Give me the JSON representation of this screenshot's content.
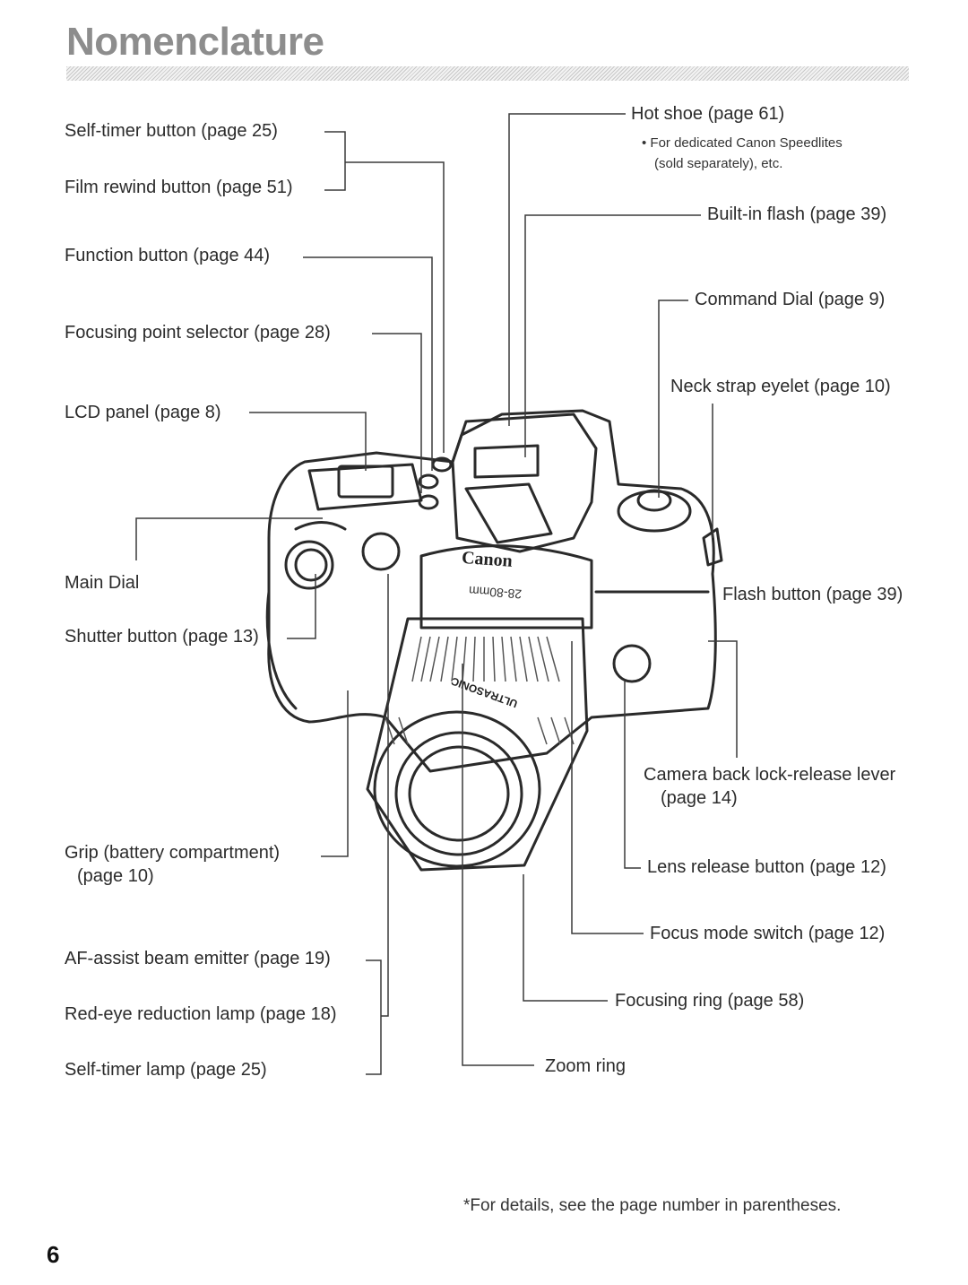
{
  "title": "Nomenclature",
  "labels": {
    "self_timer_button": "Self-timer button (page 25)",
    "film_rewind_button": "Film rewind button (page 51)",
    "function_button": "Function button (page 44)",
    "focusing_point_selector": "Focusing point selector (page 28)",
    "lcd_panel": "LCD panel (page 8)",
    "main_dial": "Main Dial",
    "shutter_button": "Shutter button (page 13)",
    "grip_line1": "Grip (battery compartment)",
    "grip_line2": "(page 10)",
    "af_assist": "AF-assist beam emitter (page 19)",
    "red_eye": "Red-eye reduction lamp (page 18)",
    "self_timer_lamp": "Self-timer lamp (page 25)",
    "hot_shoe": "Hot shoe (page 61)",
    "hot_shoe_note_line1": "• For dedicated Canon Speedlites",
    "hot_shoe_note_line2": "(sold separately), etc.",
    "built_in_flash": "Built-in flash (page 39)",
    "command_dial": "Command Dial (page 9)",
    "neck_strap": "Neck strap eyelet (page 10)",
    "flash_button": "Flash button (page 39)",
    "back_lock_line1": "Camera back lock-release lever",
    "back_lock_line2": "(page 14)",
    "lens_release": "Lens release button (page 12)",
    "focus_mode": "Focus mode switch (page 12)",
    "focusing_ring": "Focusing ring (page 58)",
    "zoom_ring": "Zoom ring"
  },
  "illustration": {
    "brand": "Canon",
    "lens_marking": "28-80mm",
    "lens_ring_text": "ULTRASONIC"
  },
  "footnote": "*For details, see the page number in parentheses.",
  "page_number": "6"
}
